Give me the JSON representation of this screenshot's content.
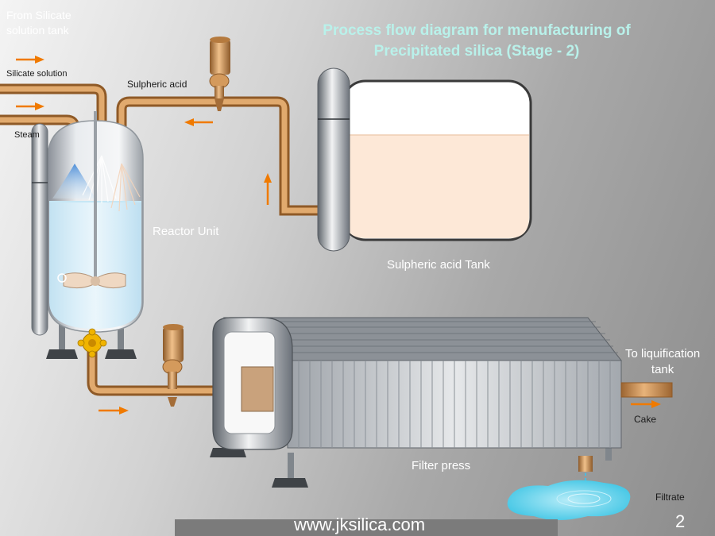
{
  "title": {
    "line1": "Process flow diagram for menufacturing of",
    "line2": "Precipitated silica  (Stage - 2)"
  },
  "labels": {
    "from_tank_line1": "From Silicate",
    "from_tank_line2": "solution tank",
    "silicate_solution": "Silicate solution",
    "sulpheric_acid": "Sulpheric acid",
    "steam": "Steam",
    "reactor_unit": "Reactor Unit",
    "acid_tank": "Sulpheric acid Tank",
    "to_liquification_line1": "To liquification",
    "to_liquification_line2": "tank",
    "cake": "Cake",
    "filter_press": "Filter press",
    "filtrate": "Filtrate"
  },
  "footer": {
    "website": "www.jksilica.com",
    "page_number": "2"
  },
  "colors": {
    "pipe": "#c98a4a",
    "pipe_highlight": "#e9b57c",
    "arrow": "#f07a00",
    "title": "#b9f1ea",
    "liquid": "#dff0f8",
    "acid": "#fde8d7",
    "filtrate": "#5fd0ea"
  }
}
